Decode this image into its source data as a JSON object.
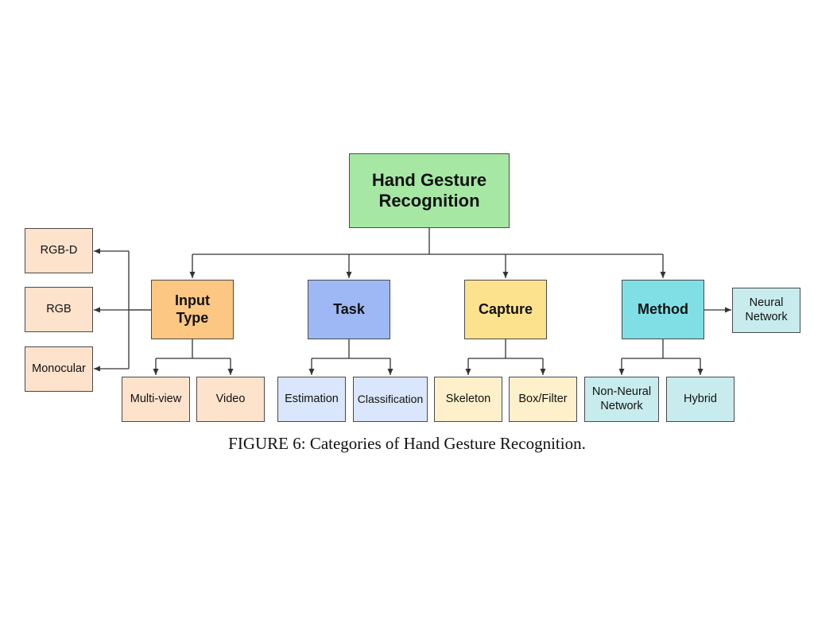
{
  "colors": {
    "root": "#a6e8a3",
    "input_type": "#fcc783",
    "input_type_leaf": "#fde2cc",
    "task": "#9db8f4",
    "task_leaf": "#dae6fb",
    "capture": "#fde28e",
    "capture_leaf": "#fef0cb",
    "method": "#7fdfe5",
    "method_leaf": "#c8ecee",
    "line": "#333333"
  },
  "root": {
    "label_line1": "Hand Gesture",
    "label_line2": "Recognition"
  },
  "input_type": {
    "label_line1": "Input",
    "label_line2": "Type",
    "children": [
      "Multi-view",
      "Video"
    ],
    "side_children": [
      "RGB-D",
      "RGB",
      "Monocular"
    ]
  },
  "task": {
    "label": "Task",
    "children": [
      "Estimation",
      "Classification"
    ]
  },
  "capture": {
    "label": "Capture",
    "children": [
      "Skeleton",
      "Box/Filter"
    ]
  },
  "method": {
    "label": "Method",
    "child_non_neural_line1": "Non-Neural",
    "child_non_neural_line2": "Network",
    "child_hybrid": "Hybrid",
    "side_child_line1": "Neural",
    "side_child_line2": "Network"
  },
  "caption": "FIGURE 6: Categories of Hand Gesture Recognition."
}
